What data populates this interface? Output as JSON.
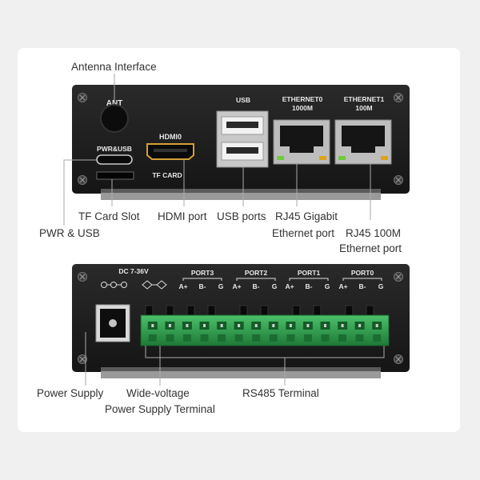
{
  "front_panel": {
    "labels": {
      "ant": "ANT",
      "pwr_usb": "PWR&USB",
      "hdmi": "HDMI0",
      "tf_card": "TF CARD",
      "usb": "USB",
      "eth0_name": "ETHERNET0",
      "eth0_speed": "1000M",
      "eth1_name": "ETHERNET1",
      "eth1_speed": "100M"
    },
    "callouts": {
      "antenna": "Antenna Interface",
      "tf_slot": "TF Card Slot",
      "hdmi_port": "HDMI port",
      "usb_ports": "USB ports",
      "rj45_gigabit_1": "RJ45 Gigabit",
      "rj45_gigabit_2": "Ethernet port",
      "pwr_usb": "PWR & USB",
      "rj45_100m_1": "RJ45 100M",
      "rj45_100m_2": "Ethernet port"
    }
  },
  "back_panel": {
    "labels": {
      "dc": "DC 7-36V",
      "port3": "PORT3",
      "port2": "PORT2",
      "port1": "PORT1",
      "port0": "PORT0",
      "pin_a": "A+",
      "pin_b": "B-",
      "pin_g": "G"
    },
    "callouts": {
      "power_supply": "Power Supply",
      "wide_voltage_1": "Wide-voltage",
      "wide_voltage_2": "Power Supply Terminal",
      "rs485": "RS485 Terminal"
    }
  },
  "colors": {
    "panel": "#1c1c1c",
    "terminal_green": "#2e9e4a",
    "eth_led_green": "#6dcc3a",
    "eth_led_yellow": "#e0a21a"
  }
}
